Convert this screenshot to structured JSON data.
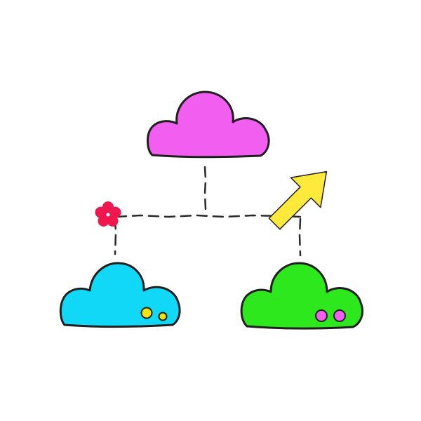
{
  "colors": {
    "background": "#ffffff",
    "outline": "#1f1f1f",
    "top_cloud": "#f25ef0",
    "left_cloud": "#12d8f7",
    "right_cloud": "#2ee81e",
    "left_cloud_dots": "#f2e411",
    "right_cloud_dots": "#f25ef0",
    "flower": "#f0174e",
    "arrow": "#ffe93a"
  },
  "nodes": [
    {
      "id": "top-cloud",
      "shape": "cloud"
    },
    {
      "id": "left-cloud",
      "shape": "cloud",
      "indicator_dots": 2
    },
    {
      "id": "right-cloud",
      "shape": "cloud",
      "indicator_dots": 2
    }
  ],
  "connectors": [
    {
      "from": "top-cloud",
      "to": "horizontal-link",
      "style": "dashed"
    },
    {
      "from": "left-cloud",
      "to": "right-cloud",
      "style": "dashed"
    }
  ],
  "decorations": [
    {
      "name": "flower-icon"
    },
    {
      "name": "up-right-arrow-icon"
    }
  ]
}
